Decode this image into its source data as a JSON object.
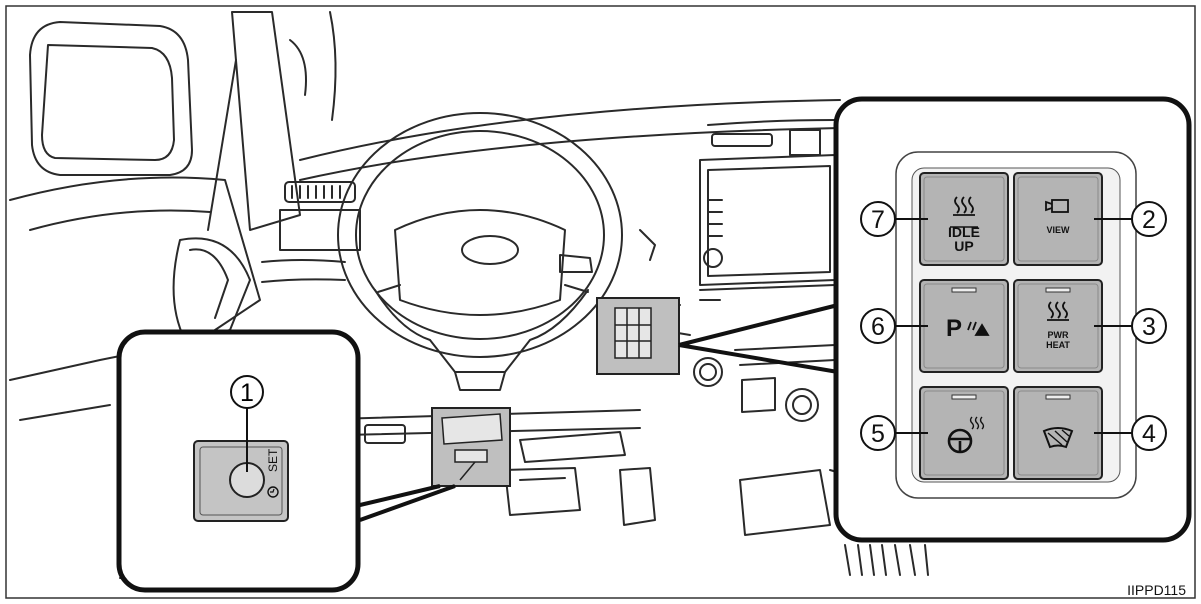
{
  "figure_code": "IIPPD115",
  "setting_switch": {
    "callout": "1",
    "label": "SET",
    "icon": "clock-set-icon"
  },
  "switch_panel": {
    "buttons": [
      {
        "callout": "7",
        "lines": [
          "IDLE",
          "UP"
        ],
        "icon": "heat-waves-icon",
        "indicator": false
      },
      {
        "callout": "2",
        "lines": [
          "VIEW"
        ],
        "icon": "camera-icon",
        "indicator": false
      },
      {
        "callout": "6",
        "lines": [],
        "icon": "parking-sensor-icon",
        "symbol": "P",
        "indicator": true
      },
      {
        "callout": "3",
        "lines": [
          "PWR",
          "HEAT"
        ],
        "icon": "heat-waves-icon",
        "indicator": true
      },
      {
        "callout": "5",
        "lines": [],
        "icon": "steering-heater-icon",
        "indicator": true
      },
      {
        "callout": "4",
        "lines": [],
        "icon": "windshield-deicer-icon",
        "indicator": true
      }
    ]
  },
  "colors": {
    "line": "#1a1a1a",
    "button_fill": "#b4b4b4",
    "switch_fill": "#c4c4c4"
  }
}
